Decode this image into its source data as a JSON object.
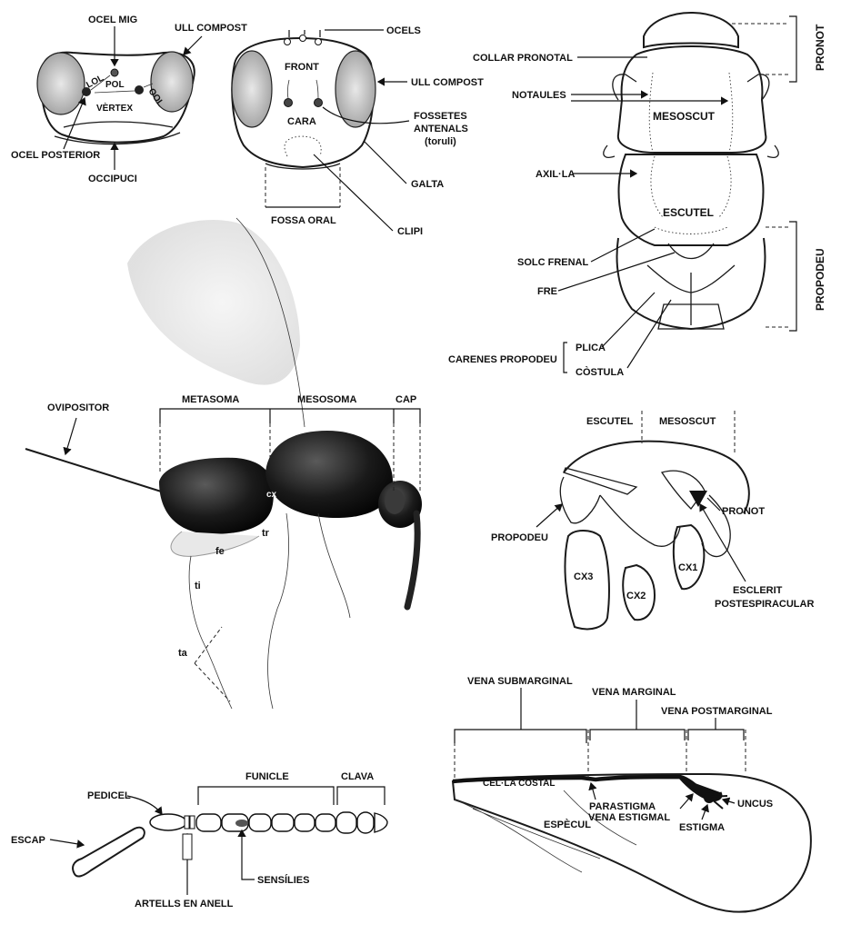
{
  "head_dorsal": {
    "ocel_mig": "OCEL MIG",
    "ull_compost": "ULL COMPOST",
    "lol": "LOL",
    "pol": "POL",
    "ool": "OOL",
    "vertex": "VÈRTEX",
    "ocel_posterior": "OCEL POSTERIOR",
    "occipuci": "OCCIPUCI"
  },
  "head_frontal": {
    "ocels": "OCELS",
    "front": "FRONT",
    "ull_compost": "ULL COMPOST",
    "cara": "CARA",
    "fossetes_1": "FOSSETES",
    "fossetes_2": "ANTENALS",
    "fossetes_3": "(toruli)",
    "galta": "GALTA",
    "fossa_oral": "FOSSA ORAL",
    "clipi": "CLIPI"
  },
  "mesosoma_dorsal": {
    "collar_pronotal": "COLLAR PRONOTAL",
    "pronot": "PRONOT",
    "notaules": "NOTAULES",
    "mesoscut": "MESOSCUT",
    "axil_la": "AXIL·LA",
    "escutel": "ESCUTEL",
    "propodeu": "PROPODEU",
    "solc_frenal": "SOLC FRENAL",
    "fre": "FRE",
    "carenes_propodeu": "CARENES PROPODEU",
    "plica": "PLICA",
    "costula": "CÒSTULA"
  },
  "habitus": {
    "ovipositor": "OVIPOSITOR",
    "metasoma": "METASOMA",
    "mesosoma": "MESOSOMA",
    "cap": "CAP",
    "cx": "cx",
    "tr": "tr",
    "fe": "fe",
    "ti": "ti",
    "ta": "ta"
  },
  "mesosoma_lateral": {
    "escutel": "ESCUTEL",
    "mesoscut": "MESOSCUT",
    "propodeu": "PROPODEU",
    "pronot": "PRONOT",
    "cx1": "CX1",
    "cx2": "CX2",
    "cx3": "CX3",
    "esclerit_1": "ESCLERIT",
    "esclerit_2": "POSTESPIRACULAR"
  },
  "antenna": {
    "pedicel": "PEDICEL",
    "funicle": "FUNICLE",
    "clava": "CLAVA",
    "escap": "ESCAP",
    "sensilies": "SENSÍLIES",
    "artells": "ARTELLS EN ANELL"
  },
  "wing": {
    "vena_submarginal": "VENA SUBMARGINAL",
    "vena_marginal": "VENA MARGINAL",
    "vena_postmarginal": "VENA POSTMARGINAL",
    "cel_la_costal": "CEL·LA COSTAL",
    "parastigma": "PARASTIGMA",
    "uncus": "UNCUS",
    "especul": "ESPÈCUL",
    "vena_estigmal": "VENA ESTIGMAL",
    "estigma": "ESTIGMA"
  }
}
